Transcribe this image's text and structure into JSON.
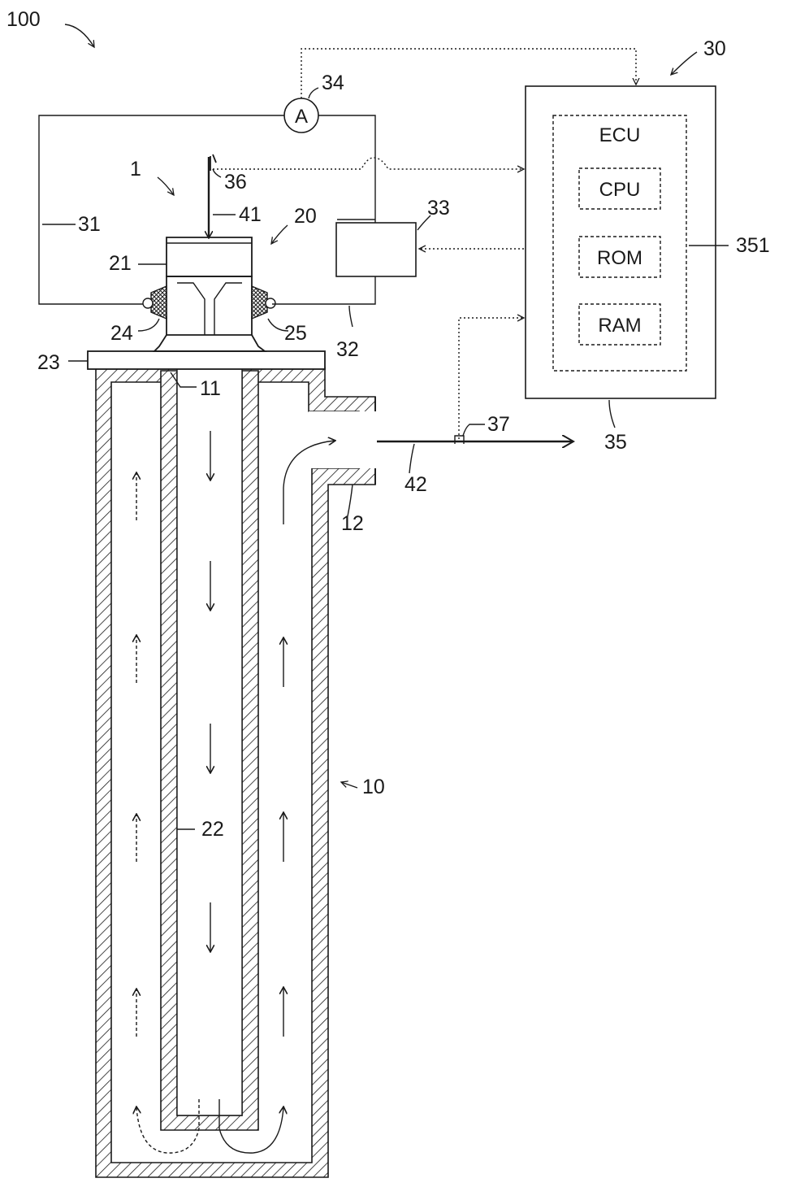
{
  "labels": {
    "system": "100",
    "device": "1",
    "reactor": "10",
    "inlet_port": "11",
    "outlet_port": "12",
    "electrode_unit": "20",
    "holder": "21",
    "inner_tube": "22",
    "flange": "23",
    "terminal_left": "24",
    "terminal_right": "25",
    "control_unit": "30",
    "wire_left": "31",
    "wire_bottom": "32",
    "power_supply": "33",
    "ammeter": "34",
    "ecu_unit": "35",
    "ecu_board": "351",
    "inlet_sensor": "36",
    "outlet_sensor": "37",
    "inflow": "41",
    "outflow": "42"
  },
  "ecu": {
    "title": "ECU",
    "modules": [
      "CPU",
      "ROM",
      "RAM"
    ]
  },
  "ammeter_symbol": "A",
  "colors": {
    "line": "#1a1a1a",
    "background": "#ffffff"
  }
}
